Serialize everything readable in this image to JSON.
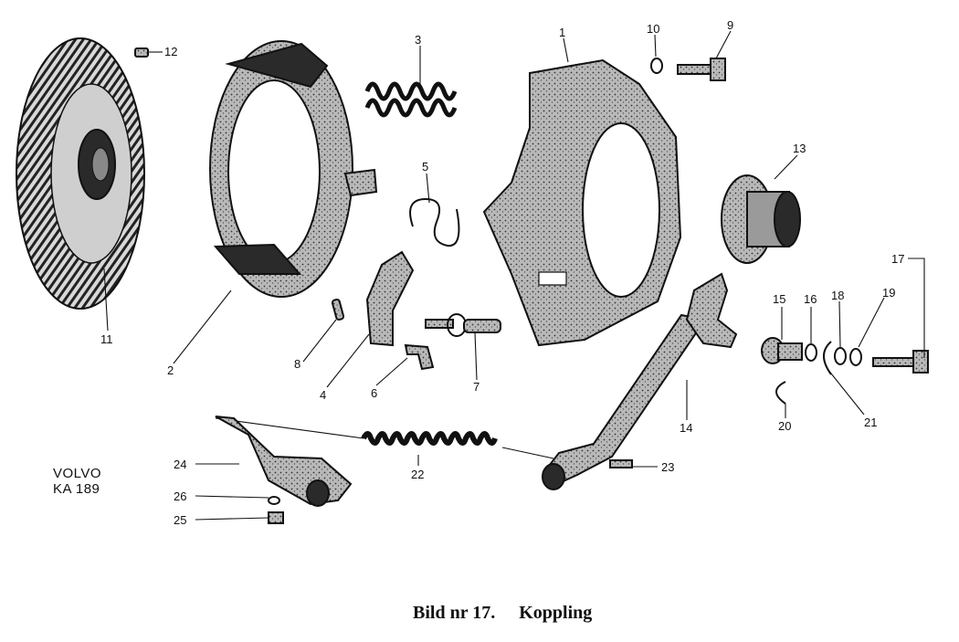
{
  "figure": {
    "reference": [
      "VOLVO",
      "KA 189"
    ],
    "caption_label": "Bild nr 17.",
    "caption_title": "Koppling"
  },
  "callouts": [
    "1",
    "2",
    "3",
    "4",
    "5",
    "6",
    "7",
    "8",
    "9",
    "10",
    "11",
    "12",
    "13",
    "14",
    "15",
    "16",
    "17",
    "18",
    "19",
    "20",
    "21",
    "22",
    "23",
    "24",
    "25",
    "26"
  ]
}
